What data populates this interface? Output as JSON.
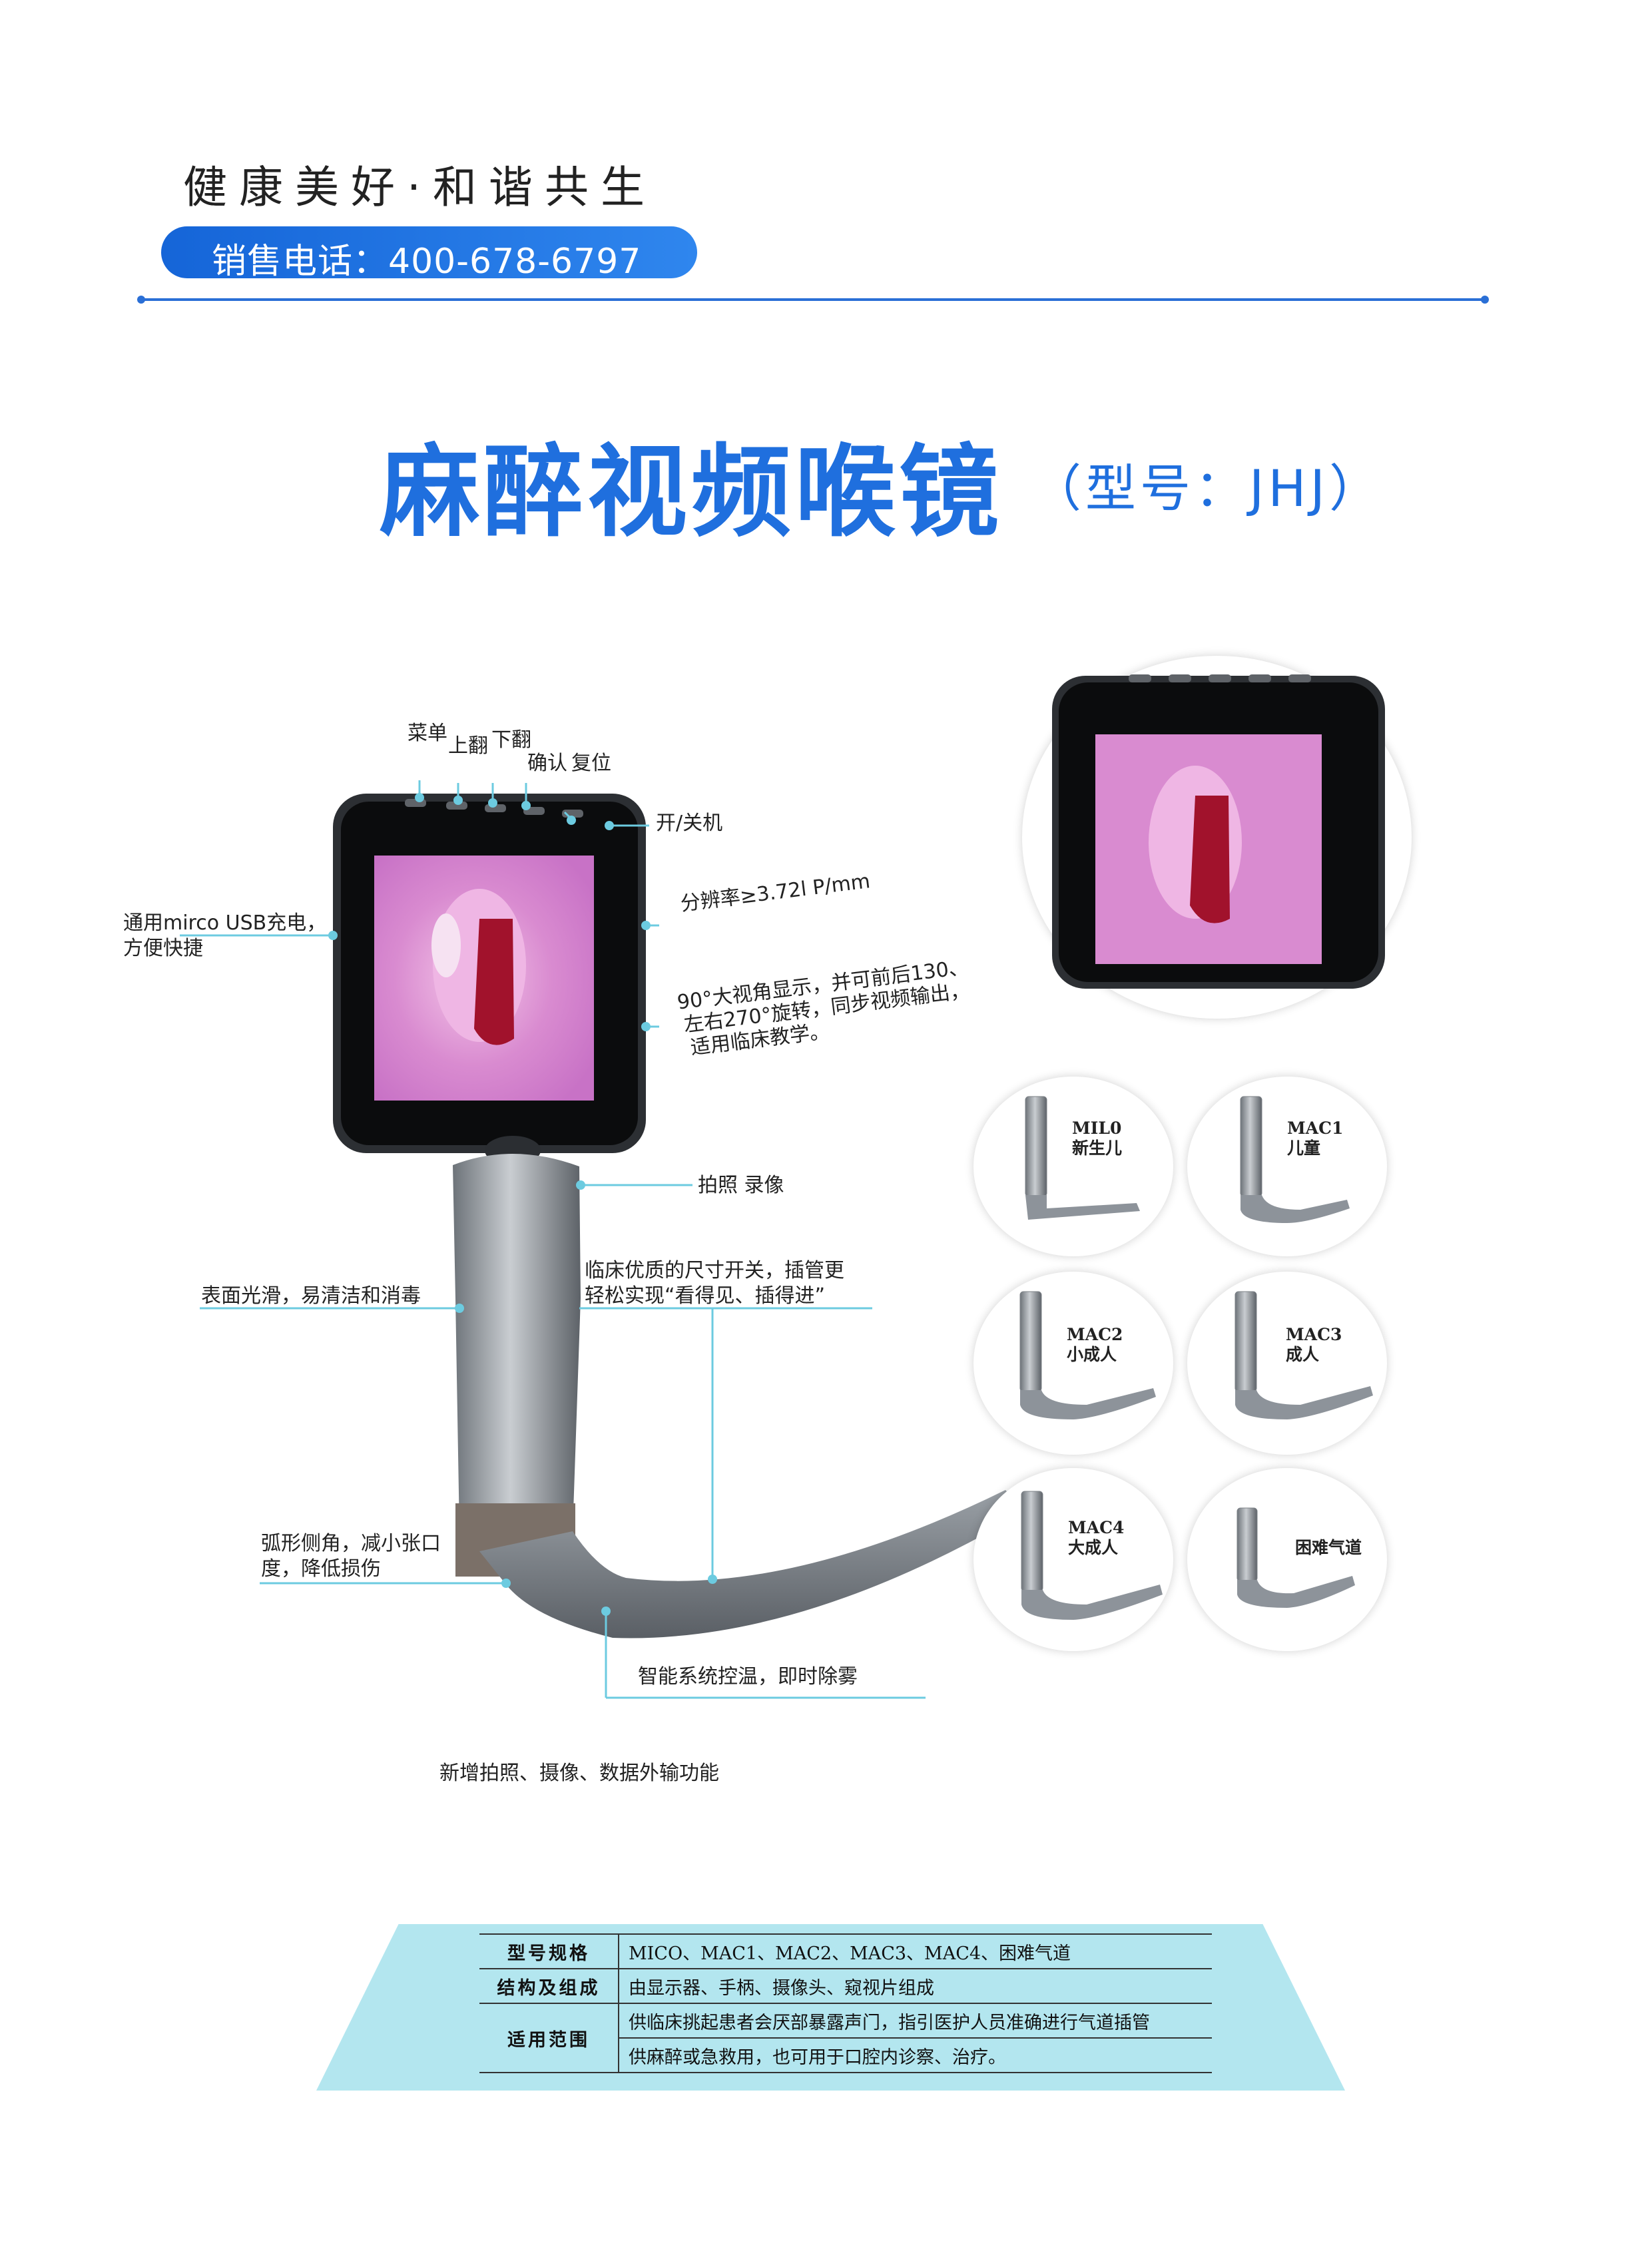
{
  "header": {
    "slogan": "健康美好·和谐共生",
    "phone": "销售电话：400-678-6797"
  },
  "product": {
    "title": "麻醉视频喉镜",
    "model": "（型号：JHJ）"
  },
  "annotations": {
    "menu": "菜单",
    "page_up": "上翻",
    "page_down": "下翻",
    "confirm": "确认",
    "reset": "复位",
    "power": "开/关机",
    "usb_line1": "通用mirco USB充电，",
    "usb_line2": "方便快捷",
    "resolution": "分辨率≥3.72l P/mm",
    "view_line1": "90°大视角显示，并可前后130、",
    "view_line2": "左右270°旋转，同步视频输出，",
    "view_line3": "适用临床教学。",
    "photo": "拍照 录像",
    "surface": "表面光滑，易清洁和消毒",
    "size_line1": "临床优质的尺寸开关，插管更",
    "size_line2": "轻松实现“看得见、插得进”",
    "arc_line1": "弧形侧角，减小张口",
    "arc_line2": "度，降低损伤",
    "temp": "智能系统控温，即时除雾"
  },
  "blades": [
    {
      "code": "MIL0",
      "desc": "新生儿"
    },
    {
      "code": "MAC1",
      "desc": "儿童"
    },
    {
      "code": "MAC2",
      "desc": "小成人"
    },
    {
      "code": "MAC3",
      "desc": "成人"
    },
    {
      "code": "MAC4",
      "desc": "大成人"
    },
    {
      "code": "",
      "desc": "困难气道"
    }
  ],
  "note": "新增拍照、摄像、数据外输功能",
  "spec_table": {
    "rows": [
      {
        "key": "型号规格",
        "value": "MICO、MAC1、MAC2、MAC3、MAC4、困难气道"
      },
      {
        "key": "结构及组成",
        "value": "由显示器、手柄、摄像头、窥视片组成"
      },
      {
        "key": "适用范围",
        "value": "供临床挑起患者会厌部暴露声门，指引医护人员准确进行气道插管"
      },
      {
        "key": "",
        "value": "供麻醉或急救用，也可用于口腔内诊察、治疗。"
      }
    ]
  },
  "colors": {
    "brand_blue": "#1f6fde",
    "pill_blue": "#1565d8",
    "table_bg": "#b3e6ef",
    "annotation_line": "#6ccbe0"
  }
}
